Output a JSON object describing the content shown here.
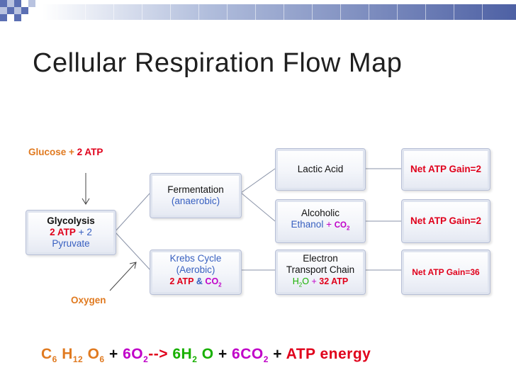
{
  "title": "Cellular Respiration Flow Map",
  "inputs": {
    "glucose": "Glucose +",
    "glucose_atp": "2 ATP",
    "oxygen": "Oxygen"
  },
  "glycolysis": {
    "name": "Glycolysis",
    "atp": "2 ATP",
    "plus": "+ 2",
    "product": "Pyruvate"
  },
  "fermentation": {
    "name": "Fermentation",
    "type": "(anaerobic)"
  },
  "krebs": {
    "name": "Krebs Cycle",
    "type": "(Aerobic)",
    "atp": "2 ATP",
    "amp": "&",
    "co2": "CO",
    "co2_sub": "2"
  },
  "lactic": {
    "name": "Lactic Acid"
  },
  "alcoholic": {
    "name": "Alcoholic",
    "ethanol": "Ethanol",
    "plus": "+",
    "co2": "CO",
    "co2_sub": "2"
  },
  "etc": {
    "name_line1": "Electron",
    "name_line2": "Transport Chain",
    "h": "H",
    "h_sub": "2",
    "o": "O",
    "plus": "+",
    "atp": "32 ATP"
  },
  "net": {
    "lactic": "Net ATP Gain=2",
    "alcoholic": "Net ATP Gain=2",
    "etc": "Net ATP Gain=36"
  },
  "equation": {
    "c": "C",
    "c_sub": "6",
    "h": "H",
    "h_sub": "12",
    "o": "O",
    "o_sub": "6",
    "plus1": "+",
    "o2": "6O",
    "o2_sub": "2",
    "arrow": "-->",
    "h2o_h": "6H",
    "h2o_sub": "2",
    "h2o_o": "O",
    "plus2": "+",
    "co2": "6CO",
    "co2_sub": "2",
    "plus3": "+",
    "atp": "ATP energy"
  },
  "colors": {
    "red": "#e0001b",
    "magenta": "#c000c8",
    "green": "#18b000",
    "orange": "#e07a20",
    "blue": "#3860c0"
  }
}
